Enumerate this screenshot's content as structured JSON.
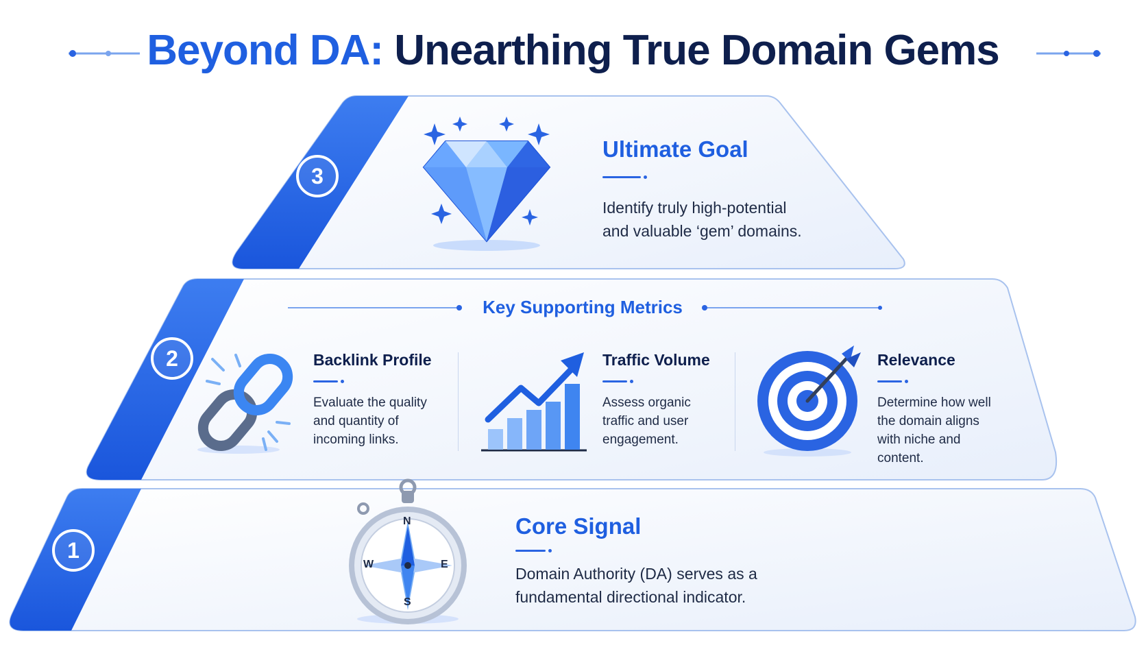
{
  "title": {
    "accent": "Beyond DA:",
    "main": "Unearthing True Domain Gems"
  },
  "tiers": [
    {
      "number": "3",
      "icon": "diamond-icon",
      "heading": "Ultimate Goal",
      "text_lines": [
        "Identify truly high-potential",
        "and valuable ‘gem’ domains."
      ]
    },
    {
      "number": "2",
      "section_title": "Key Supporting Metrics",
      "metrics": [
        {
          "icon": "chain-link-icon",
          "heading": "Backlink Profile",
          "text_lines": [
            "Evaluate the quality",
            "and quantity of",
            "incoming links."
          ]
        },
        {
          "icon": "growth-chart-icon",
          "heading": "Traffic Volume",
          "text_lines": [
            "Assess organic",
            "traffic and user",
            "engagement."
          ]
        },
        {
          "icon": "target-icon",
          "heading": "Relevance",
          "text_lines": [
            "Determine how well",
            "the domain aligns",
            "with niche and",
            "content."
          ]
        }
      ]
    },
    {
      "number": "1",
      "icon": "compass-icon",
      "heading": "Core Signal",
      "text_lines": [
        "Domain Authority (DA) serves as a",
        "fundamental directional indicator."
      ],
      "compass_labels": {
        "n": "N",
        "s": "S",
        "e": "E",
        "w": "W"
      }
    }
  ],
  "colors": {
    "accent": "#1f5fe0",
    "dark": "#0e1f4d",
    "panel": "#eef3fc",
    "band": "#2a64e2"
  }
}
